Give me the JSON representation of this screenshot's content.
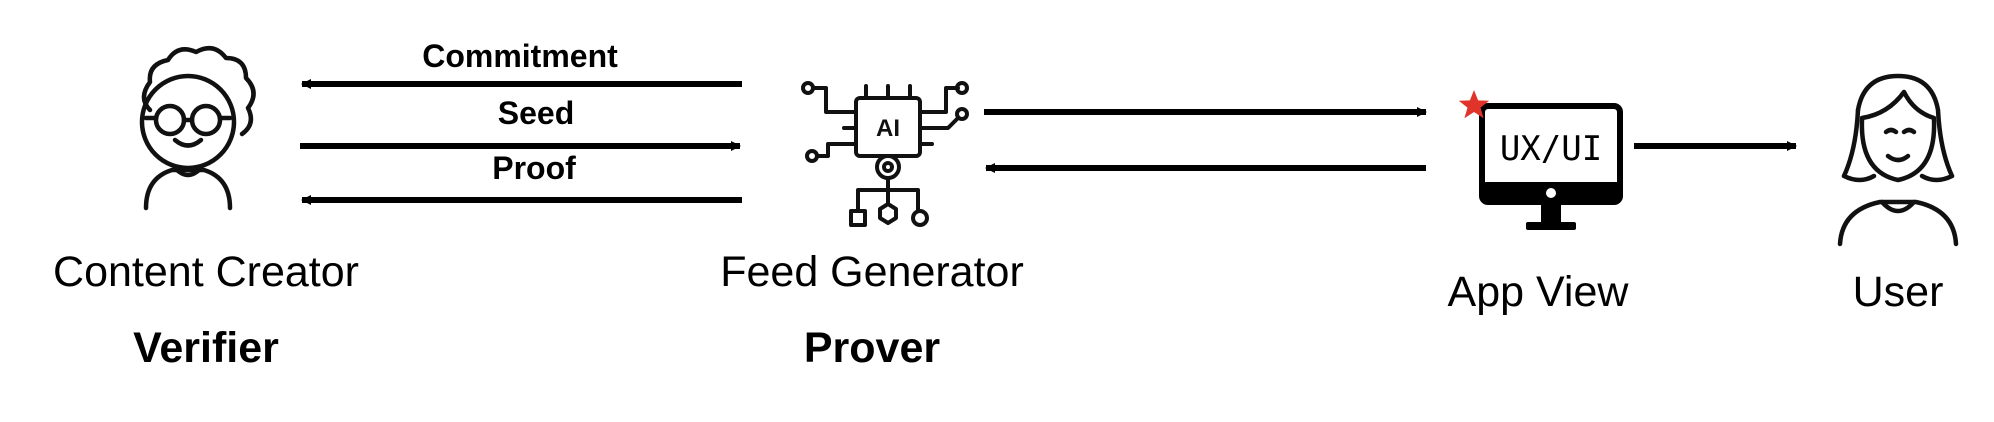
{
  "nodes": {
    "content_creator": {
      "name": "Content Creator",
      "role": "Verifier",
      "icon": "person-curly-hair-glasses-icon"
    },
    "feed_generator": {
      "name": "Feed Generator",
      "role": "Prover",
      "icon": "ai-chip-icon",
      "chip_text": "AI"
    },
    "app_view": {
      "name": "App View",
      "icon": "monitor-icon",
      "screen_text": "UX/UI",
      "badge_icon": "star-icon",
      "badge_color": "#e0342b"
    },
    "user": {
      "name": "User",
      "icon": "person-long-hair-icon"
    }
  },
  "messages": {
    "commitment": "Commitment",
    "seed": "Seed",
    "proof": "Proof"
  }
}
